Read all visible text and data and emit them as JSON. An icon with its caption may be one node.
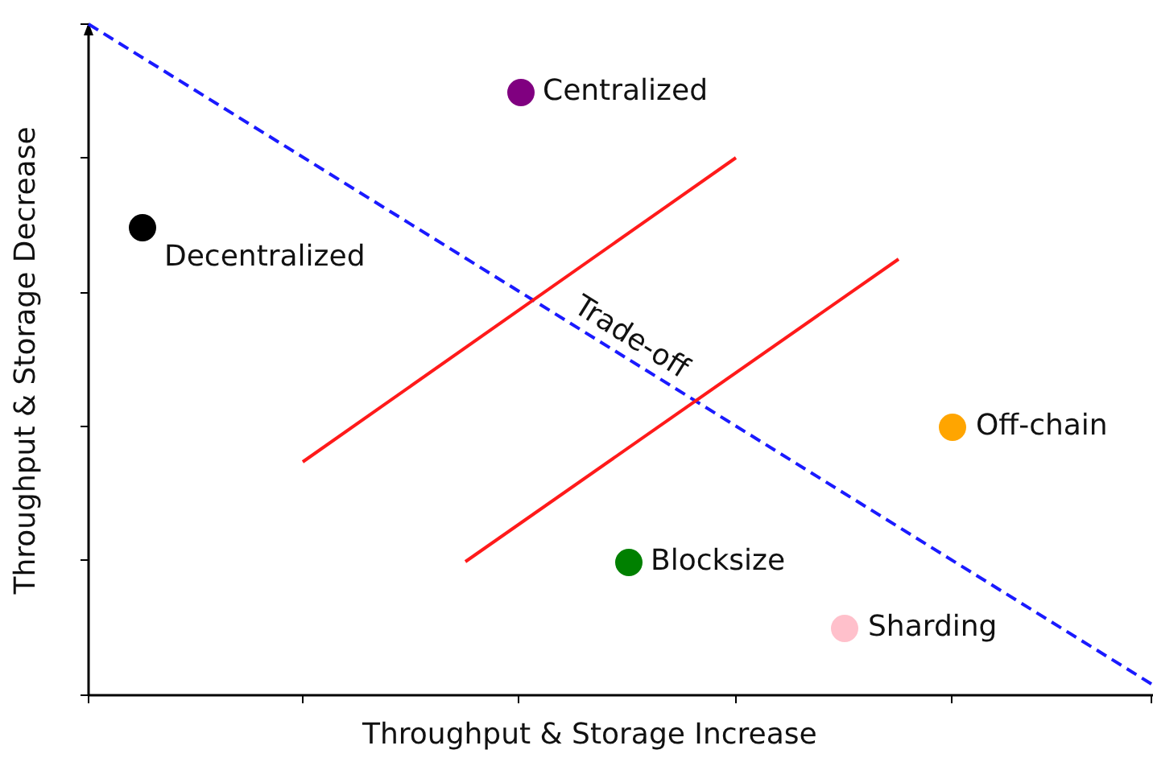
{
  "diagram": {
    "nodes": [
      {
        "text": [],
        "shape": "circle",
        "beside": [
          "Decentralized"
        ]
      },
      {
        "text": [],
        "shape": "circle",
        "beside": [
          "Centralized"
        ]
      },
      {
        "text": [],
        "shape": "circle",
        "beside": [
          "Off-chain"
        ]
      },
      {
        "text": [],
        "shape": "circle",
        "beside": [
          "Blocksize"
        ]
      },
      {
        "text": [],
        "shape": "circle",
        "beside": [
          "Sharding"
        ]
      }
    ],
    "labels": [
      "Trade-off",
      "Throughput & Storage Increase",
      "Throughput & Storage Decrease"
    ]
  }
}
